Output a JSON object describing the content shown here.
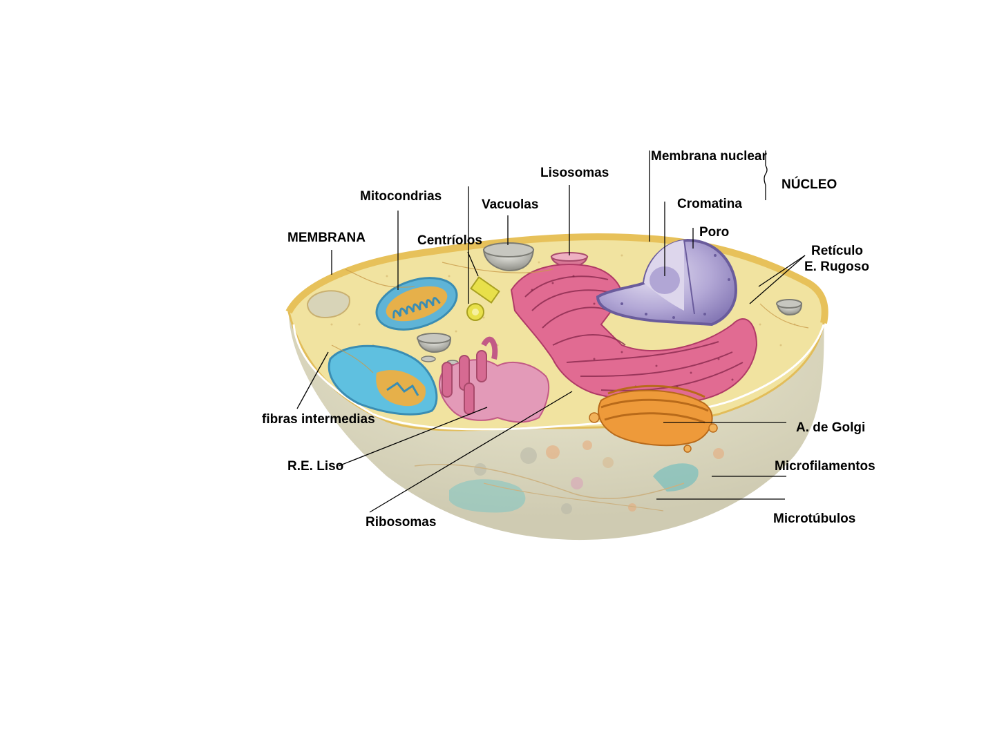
{
  "labels": {
    "membrana": "MEMBRANA",
    "mitocondrias": "Mitocondrias",
    "centriolos": "Centríolos",
    "vacuolas": "Vacuolas",
    "lisosomas": "Lisosomas",
    "membrana_nuclear": "Membrana nuclear",
    "nucleo": "NÚCLEO",
    "cromatina": "Cromatina",
    "poro": "Poro",
    "reticulo_line1": "Retículo",
    "reticulo_line2": "E. Rugoso",
    "fibras_intermedias": "fibras intermedias",
    "re_liso": "R.E. Liso",
    "ribosomas": "Ribosomas",
    "golgi": "A. de Golgi",
    "microfilamentos": "Microfilamentos",
    "microtubulos": "Microtúbulos"
  },
  "colors": {
    "cytoplasm": "#f3e6a6",
    "membrane": "#e9c65e",
    "cell_body": "#d9d6bf",
    "mitochondria": "#5cb6d8",
    "nucleus": "#9a8ec4",
    "er": "#d9577f",
    "golgi": "#e89a3c",
    "centriole": "#e8e24a",
    "vacuole": "#a9a9a2"
  }
}
